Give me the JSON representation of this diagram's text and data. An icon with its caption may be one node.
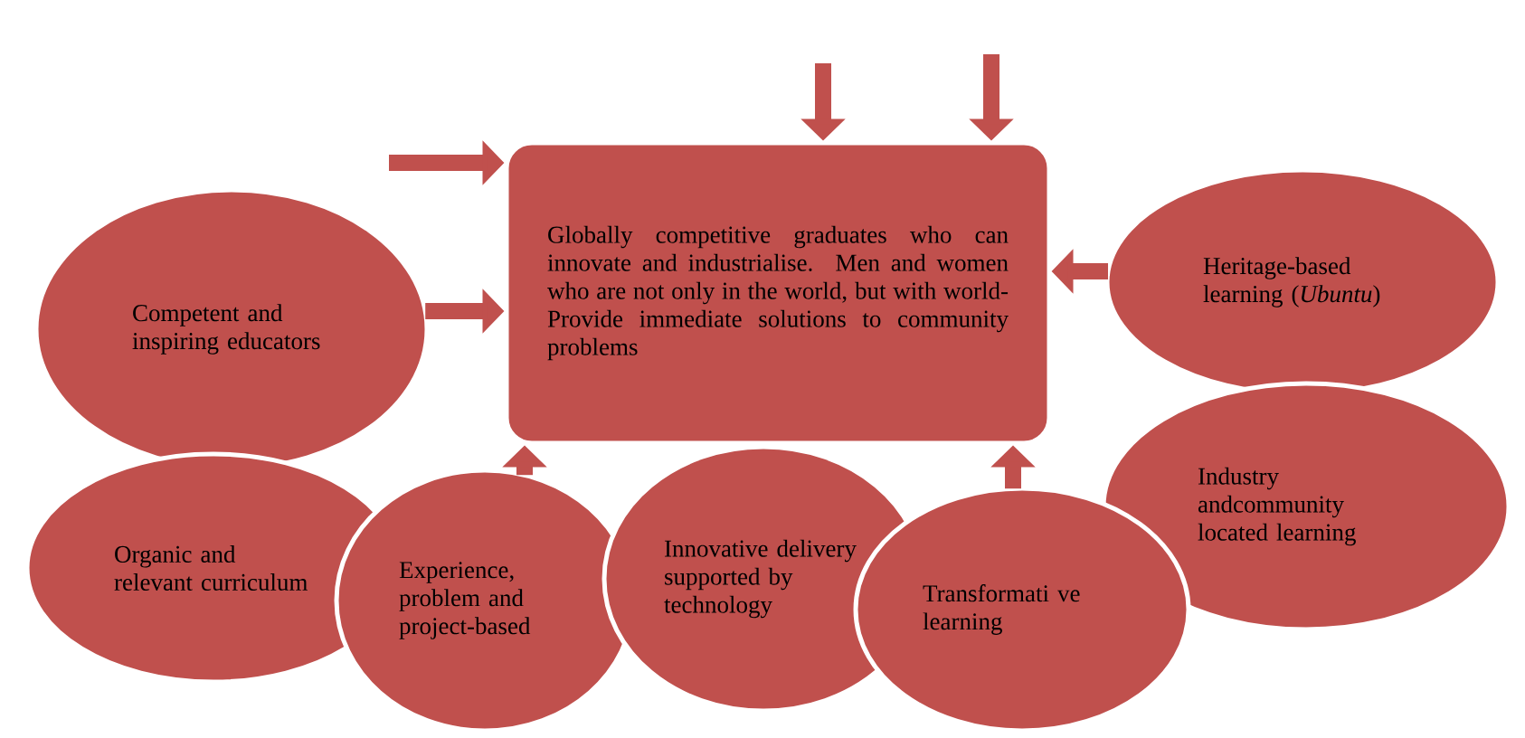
{
  "diagram": {
    "nodes": [
      {
        "text": [
          "Globally competitive graduates who can innovate and industrialise. Men and women who are not only in the world, but with world- Provide immediate solutions to community problems"
        ]
      },
      {
        "text": [
          "Competent and inspiring educators"
        ]
      },
      {
        "text": [
          "Heritage-based learning (*Ubuntu*)"
        ]
      },
      {
        "text": [
          "Industry andcommunity located learning"
        ]
      },
      {
        "text": [
          "Organic and relevant curriculum"
        ]
      },
      {
        "text": [
          "Experience, problem and project-based"
        ]
      },
      {
        "text": [
          "Innovative delivery supported by technology"
        ]
      },
      {
        "text": [
          "Transformati ve learning"
        ]
      }
    ],
    "edges": [
      {
        "from": null,
        "to": 0,
        "arrow": "to"
      },
      {
        "from": 1,
        "to": 0,
        "arrow": "to"
      },
      {
        "from": null,
        "to": 0,
        "arrow": "to"
      },
      {
        "from": null,
        "to": 0,
        "arrow": "to"
      },
      {
        "from": 2,
        "to": 0,
        "arrow": "to"
      },
      {
        "from": 5,
        "to": 0,
        "arrow": "to"
      },
      {
        "from": 7,
        "to": 0,
        "arrow": "to"
      }
    ]
  }
}
